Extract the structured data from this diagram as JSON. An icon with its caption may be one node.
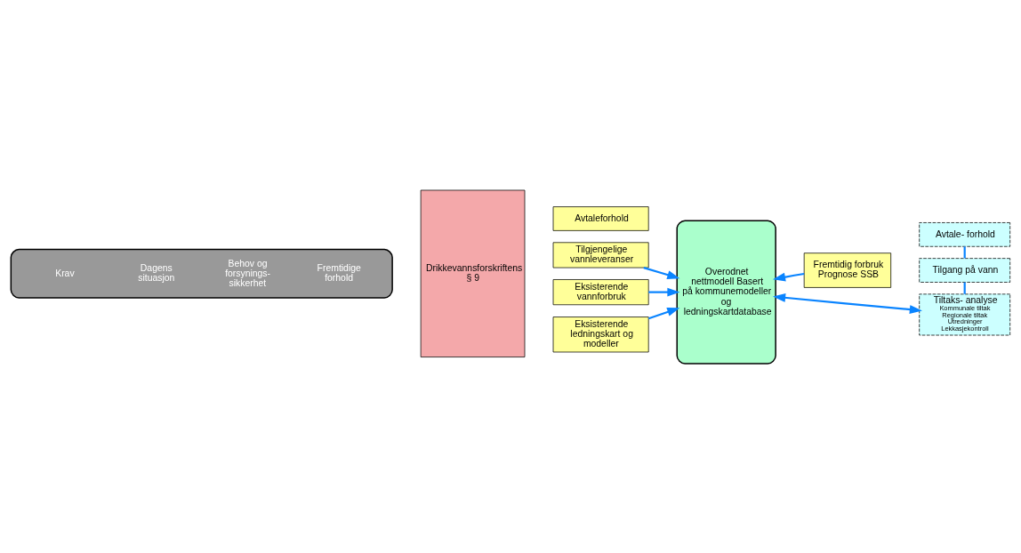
{
  "diagram": {
    "nodes": [
      {
        "text": [
          "Krav",
          "Dagens situasjon",
          "Behov og forsynings- sikkerhet",
          "Fremtidige forhold"
        ]
      },
      {
        "text": [
          "Drikkevannsforskriftens § 9"
        ]
      },
      {
        "text": [
          "Avtaleforhold"
        ]
      },
      {
        "text": [
          "Tilgjengelige vannleveranser"
        ]
      },
      {
        "text": [
          "Eksisterende vannforbruk"
        ]
      },
      {
        "text": [
          "Eksisterende ledningskart og modeller"
        ]
      },
      {
        "text": [
          "Overodnet nettmodell Basert på kommunemodeller og ledningskartdatabase"
        ]
      },
      {
        "text": [
          "Fremtidig forbruk Prognose SSB"
        ]
      },
      {
        "text": [
          "Avtale- forhold"
        ]
      },
      {
        "text": [
          "Tilgang på vann"
        ]
      },
      {
        "text": [
          "Tiltaks- analyse",
          "Kommunale tiltak Regionale tiltak Utredninger Lekkasjekontroll"
        ]
      }
    ],
    "edges": [
      {
        "from": 3,
        "to": 6,
        "arrow": "to"
      },
      {
        "from": 4,
        "to": 6,
        "arrow": "to"
      },
      {
        "from": 5,
        "to": 6,
        "arrow": "to"
      },
      {
        "from": 7,
        "to": 6,
        "arrow": "to"
      },
      {
        "from": 6,
        "to": 10,
        "arrow": "both"
      },
      {
        "from": 8,
        "to": 9,
        "arrow": "none"
      },
      {
        "from": 9,
        "to": 10,
        "arrow": "none"
      }
    ]
  }
}
